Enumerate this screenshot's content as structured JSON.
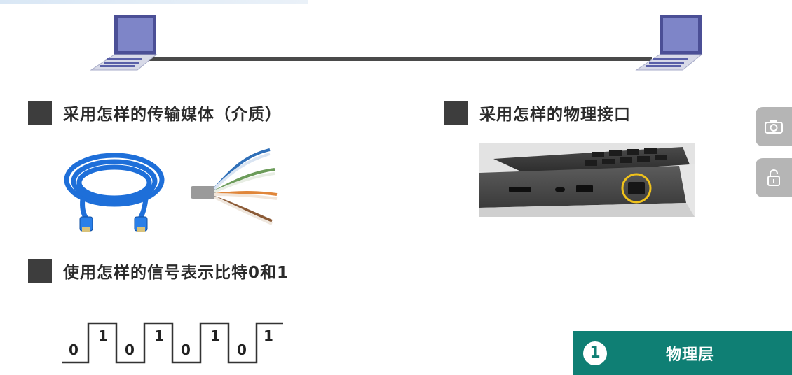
{
  "sections": {
    "medium": "采用怎样的传输媒体（介质）",
    "interface": "采用怎样的物理接口",
    "signal": "使用怎样的信号表示比特0和1"
  },
  "bits": [
    "0",
    "1",
    "0",
    "1",
    "0",
    "1",
    "0",
    "1"
  ],
  "layer": {
    "number": "1",
    "name": "物理层"
  },
  "side_buttons": {
    "camera": "camera-icon",
    "lock": "unlock-icon"
  },
  "colors": {
    "accent": "#0f7f74",
    "laptop": "#5a60a8",
    "cable": "#1e6fd9"
  }
}
